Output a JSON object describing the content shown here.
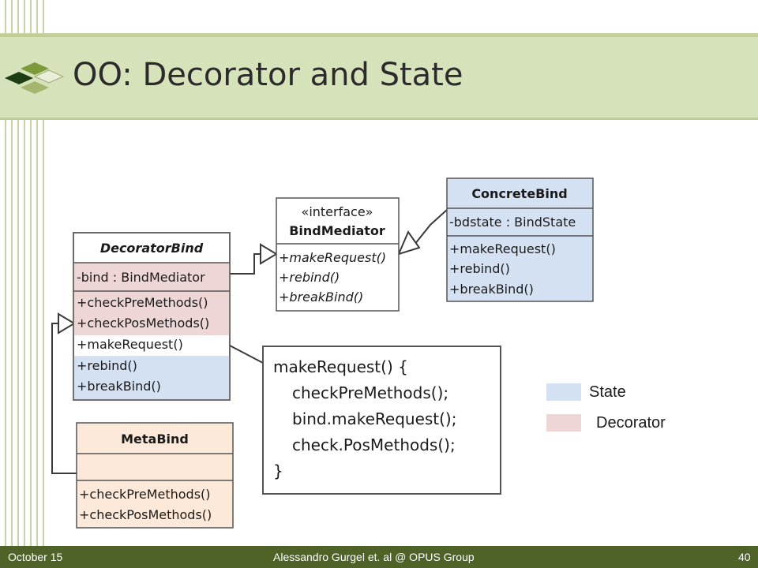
{
  "slide": {
    "title": "OO: Decorator and State",
    "footer": {
      "date": "October 15",
      "author": "Alessandro Gurgel et. al @ OPUS Group",
      "page": "40"
    }
  },
  "diagram": {
    "decorator_bind": {
      "name": "DecoratorBind",
      "attributes": [
        "-bind : BindMediator"
      ],
      "methods": [
        "+checkPreMethods()",
        "+checkPosMethods()",
        "+makeRequest()",
        "+rebind()",
        "+breakBind()"
      ]
    },
    "bind_mediator": {
      "stereotype": "«interface»",
      "name": "BindMediator",
      "methods": [
        "+makeRequest()",
        "+rebind()",
        "+breakBind()"
      ]
    },
    "concrete_bind": {
      "name": "ConcreteBind",
      "attributes": [
        "-bdstate : BindState"
      ],
      "methods": [
        "+makeRequest()",
        "+rebind()",
        "+breakBind()"
      ]
    },
    "meta_bind": {
      "name": "MetaBind",
      "methods": [
        "+checkPreMethods()",
        "+checkPosMethods()"
      ]
    },
    "note": {
      "lines": [
        "makeRequest() {",
        "checkPreMethods();",
        "bind.makeRequest();",
        "check.PosMethods();",
        "}"
      ]
    }
  },
  "legend": {
    "state_label": "State",
    "decorator_label": "Decorator",
    "state_color": "#d4e1f2",
    "decorator_color": "#efd6d6"
  },
  "colors": {
    "title_band": "#d6e2b9",
    "footer": "#4f6228",
    "metabind_fill": "#fde9d9"
  }
}
